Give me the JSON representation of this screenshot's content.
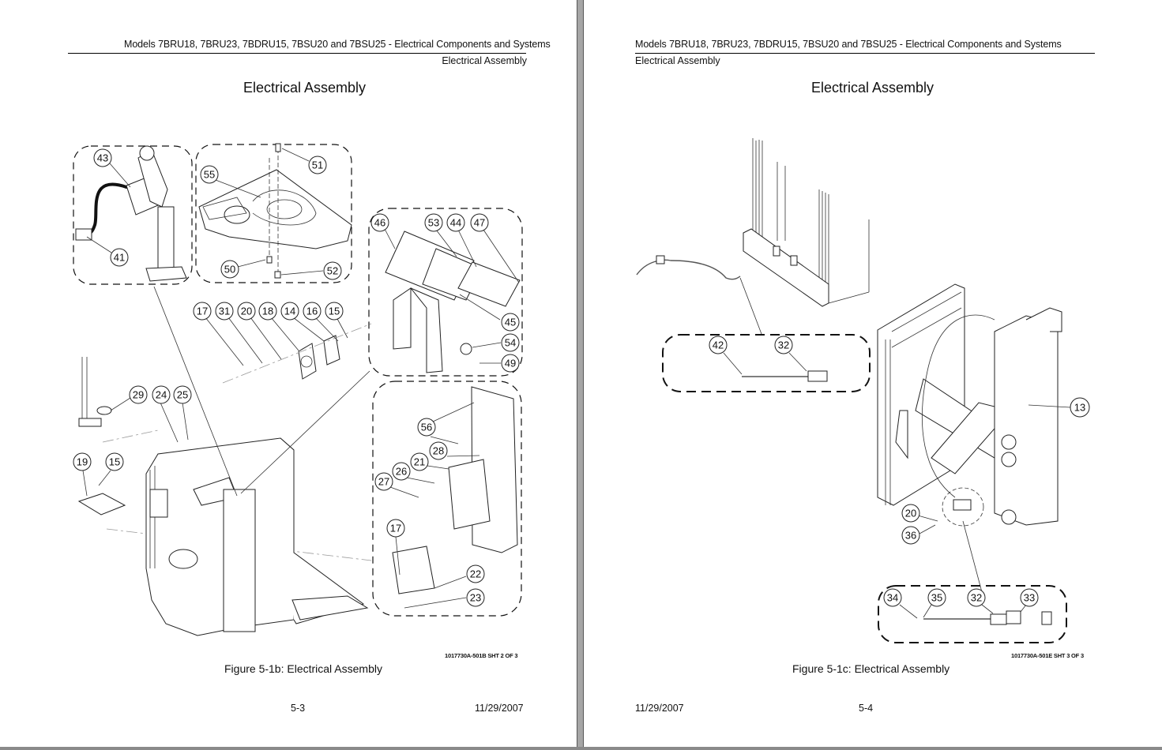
{
  "viewer": {
    "background_color": "#a6a6a6",
    "page_color": "#ffffff"
  },
  "left_page": {
    "running_head": "Models 7BRU18, 7BRU23, 7BDRU15, 7BSU20 and 7BSU25 - Electrical Components and Systems",
    "section": "Electrical Assembly",
    "title": "Electrical Assembly",
    "sheet_id": "1017730A-501B SHT 2 OF 3",
    "figure_caption": "Figure 5-1b:  Electrical Assembly",
    "page_number": "5-3",
    "date": "11/29/2007",
    "callouts": [
      "43",
      "41",
      "55",
      "51",
      "50",
      "52",
      "46",
      "53",
      "44",
      "47",
      "45",
      "54",
      "49",
      "17",
      "31",
      "20",
      "18",
      "14",
      "16",
      "15",
      "29",
      "24",
      "25",
      "19",
      "15",
      "56",
      "28",
      "21",
      "26",
      "27",
      "17",
      "22",
      "23"
    ]
  },
  "right_page": {
    "running_head": "Models 7BRU18, 7BRU23, 7BDRU15, 7BSU20 and 7BSU25 - Electrical Components and Systems",
    "section": "Electrical Assembly",
    "title": "Electrical Assembly",
    "sheet_id": "1017730A-501E SHT 3 OF 3",
    "figure_caption": "Figure 5-1c:  Electrical Assembly",
    "page_number": "5-4",
    "date": "11/29/2007",
    "callouts": [
      "42",
      "32",
      "13",
      "20",
      "36",
      "34",
      "35",
      "32",
      "33"
    ]
  }
}
